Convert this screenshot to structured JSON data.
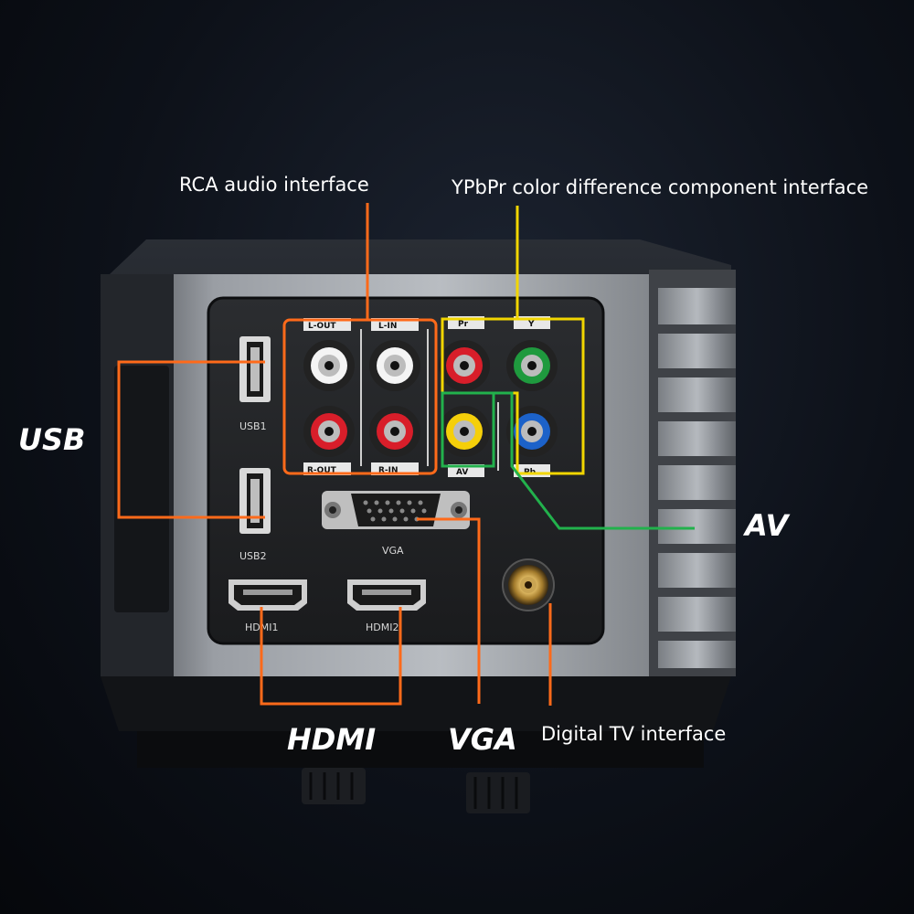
{
  "callouts": {
    "rca_audio": "RCA audio interface",
    "ypbpr": "YPbPr color difference component interface",
    "usb": "USB",
    "av": "AV",
    "hdmi": "HDMI",
    "vga": "VGA",
    "digital_tv": "Digital TV interface"
  },
  "panel_labels": {
    "usb1": "USB1",
    "usb2": "USB2",
    "vga": "VGA",
    "hdmi1": "HDMI1",
    "hdmi2": "HDMI2",
    "l_out": "L-OUT",
    "l_in": "L-IN",
    "r_out": "R-OUT",
    "r_in": "R-IN",
    "pr": "Pr",
    "y": "Y",
    "av": "AV",
    "pb": "Pb"
  },
  "colors": {
    "orange_callout": "#ff6a1a",
    "yellow_callout": "#f2d600",
    "green_callout": "#22b14c",
    "rca_white": "#f4f4f4",
    "rca_red": "#d81e2a",
    "rca_green": "#1f9a3e",
    "rca_yellow": "#f5cf0a",
    "rca_blue": "#1c62c9"
  }
}
